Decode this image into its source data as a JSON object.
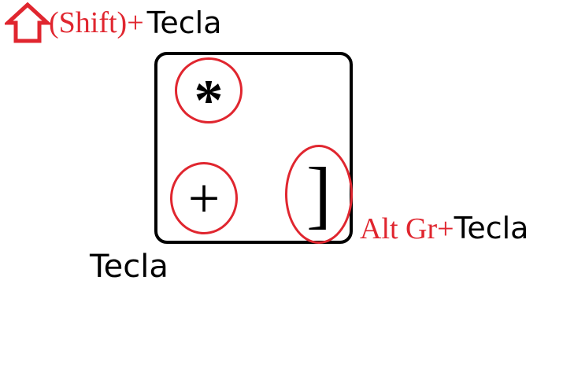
{
  "shift_combo": {
    "icon": "shift-arrow-icon",
    "modifier": "(Shift)+",
    "key": "Tecla"
  },
  "altgr_combo": {
    "modifier": "Alt Gr+",
    "key": "Tecla"
  },
  "keycap": {
    "shift_symbol": "*",
    "base_symbol": "+",
    "altgr_symbol": "]"
  },
  "base_label": "Tecla",
  "colors": {
    "accent": "#e0262f",
    "text": "#000000"
  }
}
